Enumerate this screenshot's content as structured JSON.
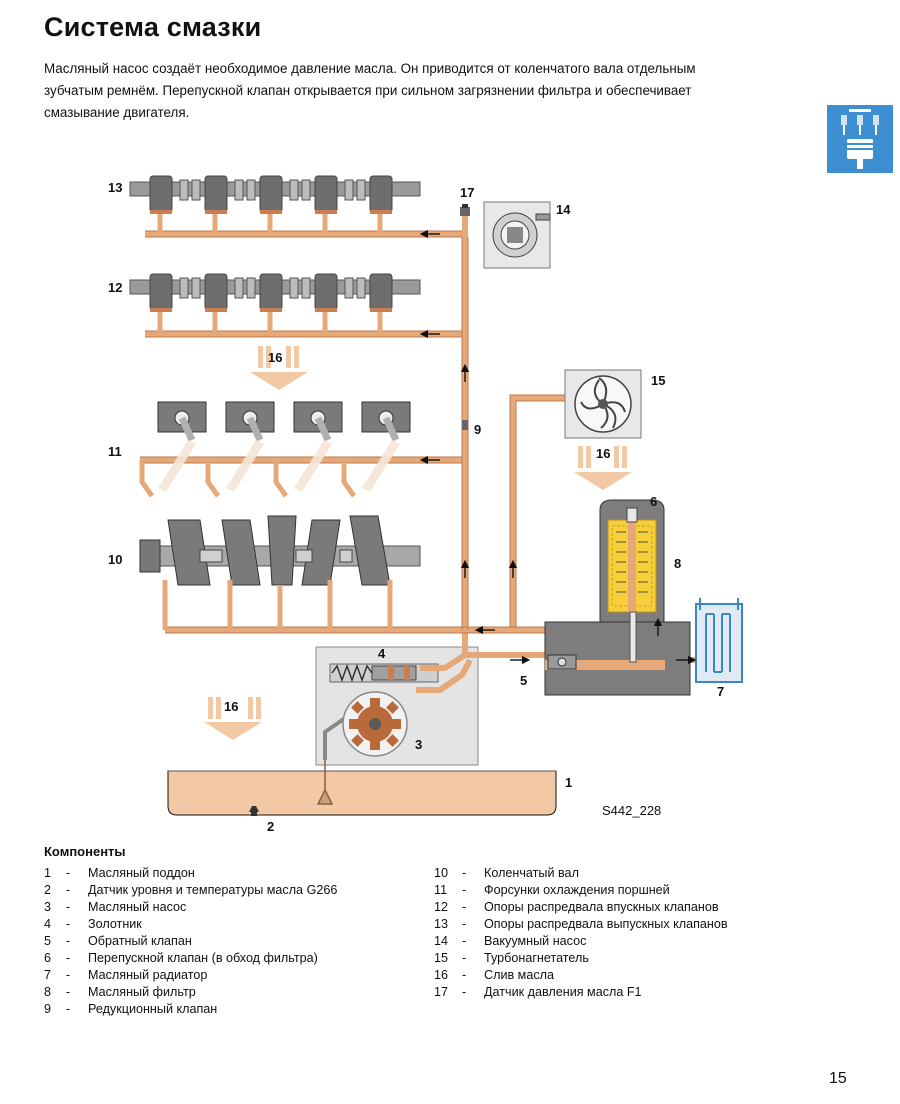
{
  "page": {
    "title": "Система смазки",
    "intro_lines": [
      "Масляный насос создаёт необходимое давление масла. Он приводится от коленчатого вала отдельным",
      "зубчатым ремнём. Перепускной клапан открывается при сильном загрязнении фильтра и обеспечивает",
      "смазывание двигателя."
    ],
    "page_number": "15"
  },
  "diagram": {
    "labels": {
      "n1": "1",
      "n2": "2",
      "n3": "3",
      "n4": "4",
      "n5": "5",
      "n6": "6",
      "n7": "7",
      "n8": "8",
      "n9": "9",
      "n10": "10",
      "n11": "11",
      "n12": "12",
      "n13": "13",
      "n14": "14",
      "n15": "15",
      "n16a": "16",
      "n16b": "16",
      "n16c": "16",
      "n17": "17"
    },
    "figure_code": "S442_228",
    "colors": {
      "oil": "#e7a878",
      "oil_dark": "#c87e52",
      "sump_fill": "#f2c9a4",
      "metal": "#8a8a8a",
      "metal_light": "#bdbdbd",
      "filter": "#f6cf3a",
      "radiator": "#3a86c8",
      "icon_bg": "#3d8fd1"
    }
  },
  "components": {
    "heading": "Компоненты",
    "left": [
      {
        "num": "1",
        "text": "Масляный поддон"
      },
      {
        "num": "2",
        "text": "Датчик уровня и температуры масла G266"
      },
      {
        "num": "3",
        "text": "Масляный насос"
      },
      {
        "num": "4",
        "text": "Золотник"
      },
      {
        "num": "5",
        "text": "Обратный клапан"
      },
      {
        "num": "6",
        "text": "Перепускной клапан (в обход фильтра)"
      },
      {
        "num": "7",
        "text": "Масляный радиатор"
      },
      {
        "num": "8",
        "text": "Масляный фильтр"
      },
      {
        "num": "9",
        "text": "Редукционный клапан"
      }
    ],
    "right": [
      {
        "num": "10",
        "text": "Коленчатый вал"
      },
      {
        "num": "11",
        "text": "Форсунки охлаждения поршней"
      },
      {
        "num": "12",
        "text": "Опоры распредвала впускных клапанов"
      },
      {
        "num": "13",
        "text": "Опоры распредвала выпускных клапанов"
      },
      {
        "num": "14",
        "text": "Вакуумный насос"
      },
      {
        "num": "15",
        "text": "Турбонагнетатель"
      },
      {
        "num": "16",
        "text": "Слив масла"
      },
      {
        "num": "17",
        "text": "Датчик давления масла F1"
      }
    ]
  }
}
